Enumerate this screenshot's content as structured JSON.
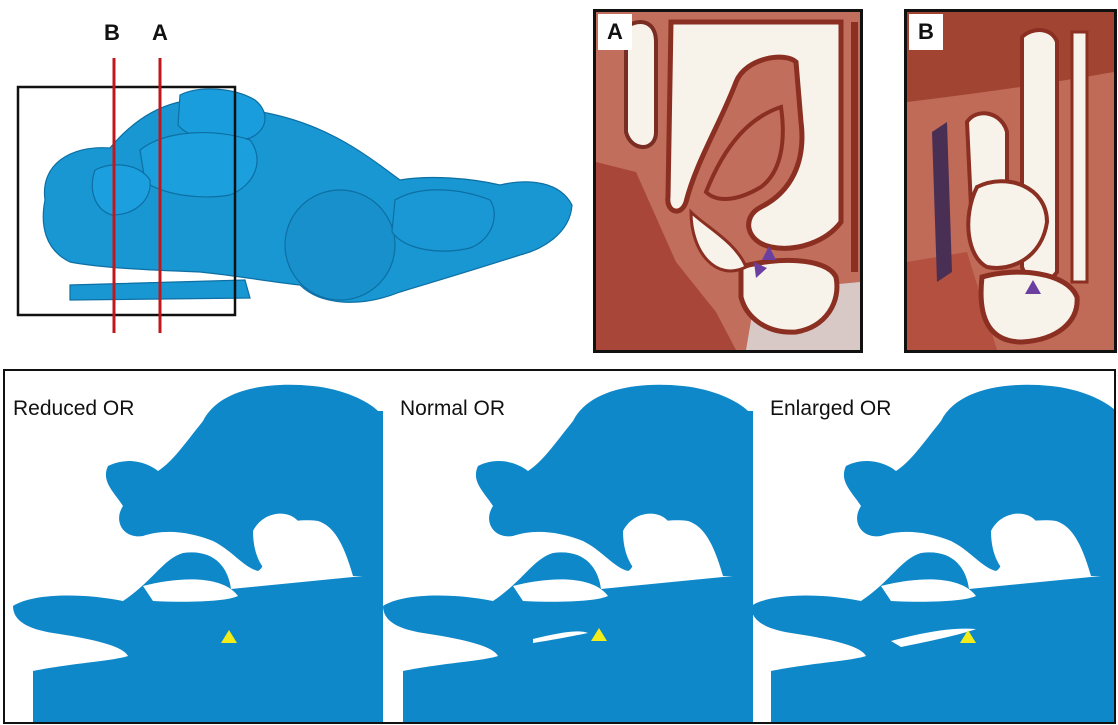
{
  "model": {
    "plane_b": "B",
    "plane_a": "A",
    "colors": {
      "tissue": "#1897d3",
      "plane_line": "#c0171c",
      "box": "#111111"
    }
  },
  "histology": {
    "panel_a": {
      "label": "A"
    },
    "panel_b": {
      "label": "B"
    },
    "colors": {
      "stain": "#b24a3a",
      "lumen": "#f7f3ea",
      "arrowhead": "#6b3fa0"
    }
  },
  "schematic": {
    "panels": [
      {
        "title": "Reduced OR"
      },
      {
        "title": "Normal OR"
      },
      {
        "title": "Enlarged OR"
      }
    ],
    "colors": {
      "fill": "#0f88c9",
      "marker": "#f2ec1a"
    }
  }
}
